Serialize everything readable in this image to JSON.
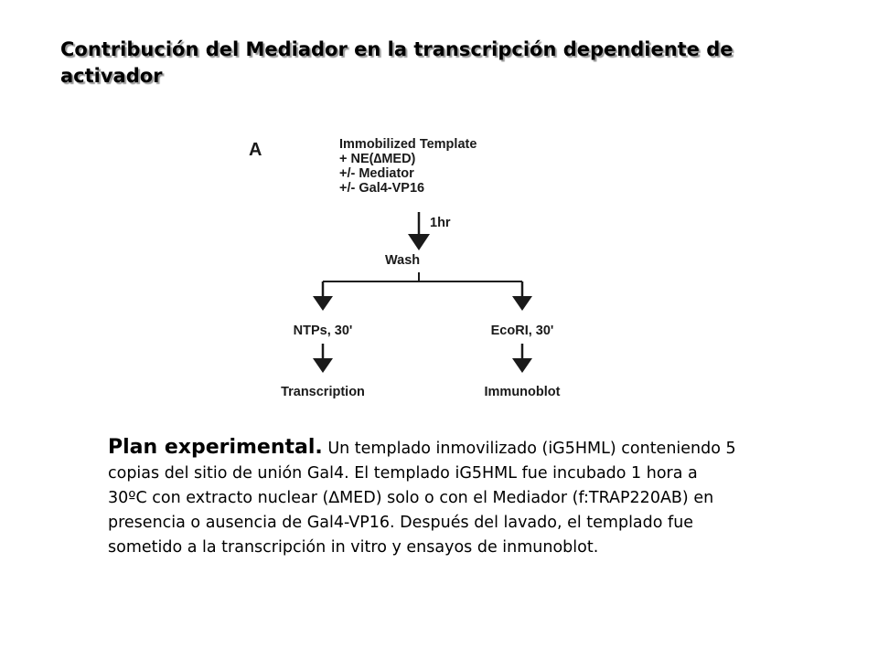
{
  "slide": {
    "title": "Contribución del Mediador en la transcripción dependiente de activador"
  },
  "diagram": {
    "panel_label": "A",
    "setup_lines": [
      "Immobilized Template",
      "+ NE(∆MED)",
      "+/- Mediator",
      "+/- Gal4-VP16"
    ],
    "incubation_label": "1hr",
    "wash_label": "Wash",
    "left_branch": {
      "step": "NTPs, 30'",
      "result": "Transcription"
    },
    "right_branch": {
      "step": "EcoRI, 30'",
      "result": "Immunoblot"
    }
  },
  "caption": {
    "lead": "Plan experimental.",
    "body": " Un templado inmovilizado (iG5HML) conteniendo 5 copias del sitio de unión Gal4. El templado iG5HML fue incubado 1 hora a 30ºC con extracto nuclear (∆MED) solo o con el Mediador (f:TRAP220AB) en presencia o ausencia de Gal4-VP16. Después del lavado, el templado fue sometido a la transcripción in vitro y ensayos de inmunoblot."
  }
}
